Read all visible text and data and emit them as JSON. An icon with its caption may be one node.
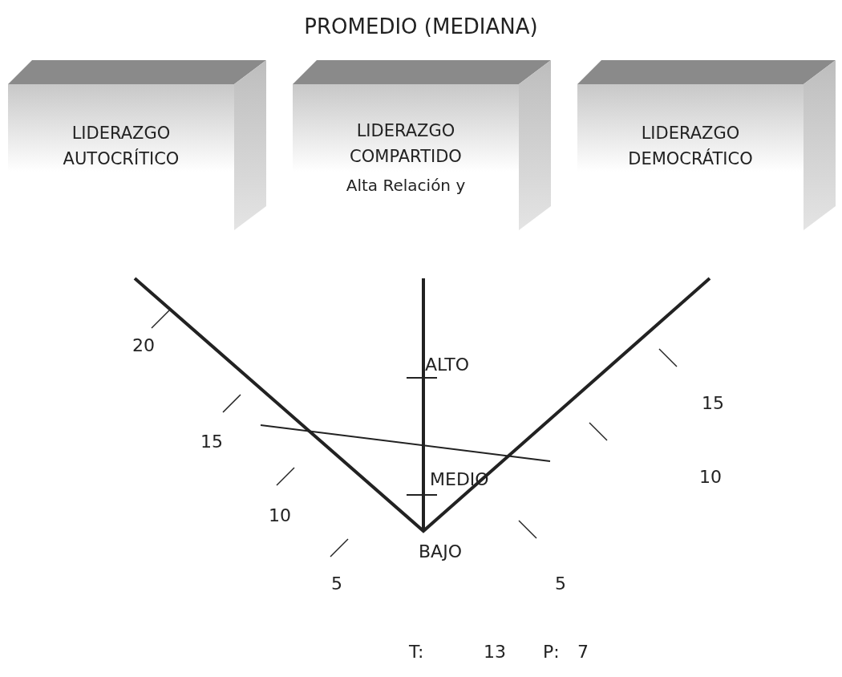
{
  "diagram": {
    "title": "PROMEDIO (MEDIANA)",
    "nodes": [
      {
        "text": [
          "LIDERAZGO AUTOCRÍTICO"
        ]
      },
      {
        "text": [
          "LIDERAZGO COMPARTIDO",
          "Alta Relación y"
        ]
      },
      {
        "text": [
          "LIDERAZGO DEMOCRÁTICO"
        ]
      }
    ],
    "edges": [],
    "labels": [
      "20",
      "ALTO",
      "15",
      "15",
      "MEDIO",
      "10",
      "10",
      "BAJO",
      "5",
      "5",
      "T:",
      "13",
      "P:",
      "7"
    ]
  }
}
